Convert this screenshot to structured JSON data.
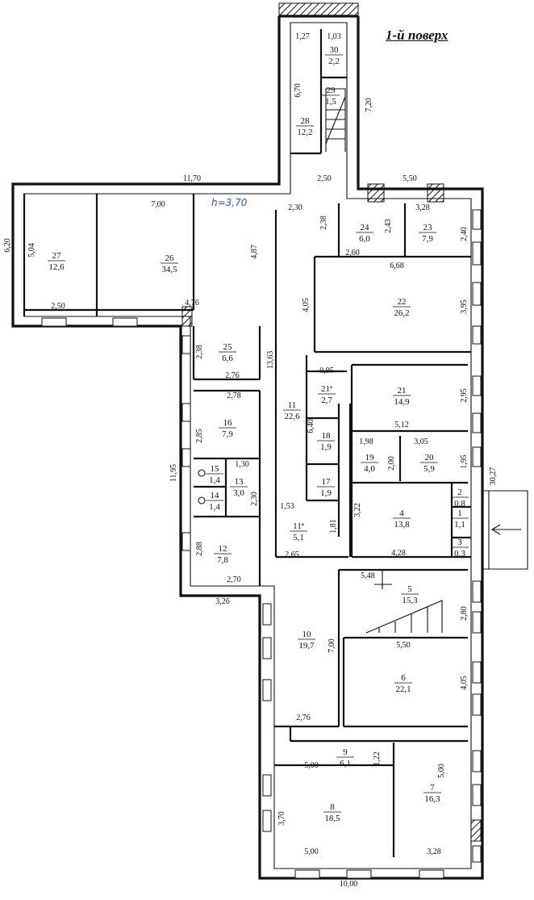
{
  "title": "1-й поверх",
  "height_note": "h=3,70",
  "rooms": [
    {
      "id": "1",
      "area": "1,1"
    },
    {
      "id": "2",
      "area": "0,8"
    },
    {
      "id": "3",
      "area": "0,3"
    },
    {
      "id": "4",
      "area": "13,8"
    },
    {
      "id": "5",
      "area": "15,3"
    },
    {
      "id": "6",
      "area": "22,1"
    },
    {
      "id": "7",
      "area": "16,3"
    },
    {
      "id": "8",
      "area": "18,5"
    },
    {
      "id": "9",
      "area": "6,1"
    },
    {
      "id": "10",
      "area": "19,7"
    },
    {
      "id": "11",
      "area": "22,6"
    },
    {
      "id": "11ª",
      "area": "5,1"
    },
    {
      "id": "12",
      "area": "7,8"
    },
    {
      "id": "13",
      "area": "3,0"
    },
    {
      "id": "14",
      "area": "1,4"
    },
    {
      "id": "15",
      "area": "1,4"
    },
    {
      "id": "16",
      "area": "7,9"
    },
    {
      "id": "17",
      "area": "1,9"
    },
    {
      "id": "18",
      "area": "1,9"
    },
    {
      "id": "19",
      "area": "4,0"
    },
    {
      "id": "20",
      "area": "5,9"
    },
    {
      "id": "21",
      "area": "14,9"
    },
    {
      "id": "21ª",
      "area": "2,7"
    },
    {
      "id": "22",
      "area": "26,2"
    },
    {
      "id": "23",
      "area": "7,9"
    },
    {
      "id": "24",
      "area": "6,0"
    },
    {
      "id": "25",
      "area": "6,6"
    },
    {
      "id": "26",
      "area": "34,5"
    },
    {
      "id": "27",
      "area": "12,6"
    },
    {
      "id": "28",
      "area": "12,2"
    },
    {
      "id": "29",
      "area": "1,5"
    },
    {
      "id": "30",
      "area": "2,2"
    }
  ],
  "dimensions": [
    "1,27",
    "1,03",
    "6,70",
    "7,20",
    "11,70",
    "2,50",
    "5,50",
    "7,00",
    "2,30",
    "2,38",
    "2,43",
    "3,28",
    "2,40",
    "6,20",
    "5,04",
    "4,87",
    "2,60",
    "6,68",
    "2,50",
    "4,76",
    "4,05",
    "3,95",
    "2,38",
    "13,63",
    "0,95",
    "2,76",
    "2,95",
    "2,78",
    "6,40",
    "5,12",
    "2,85",
    "1,98",
    "3,05",
    "2,00",
    "1,95",
    "30,27",
    "11,95",
    "1,30",
    "2,30",
    "1,53",
    "3,22",
    "1,81",
    "2,88",
    "2,65",
    "4,28",
    "2,70",
    "3,26",
    "5,48",
    "2,80",
    "7,00",
    "5,50",
    "4,05",
    "2,76",
    "1,22",
    "5,00",
    "5,00",
    "3,70",
    "5,00",
    "3,28",
    "10,00"
  ]
}
